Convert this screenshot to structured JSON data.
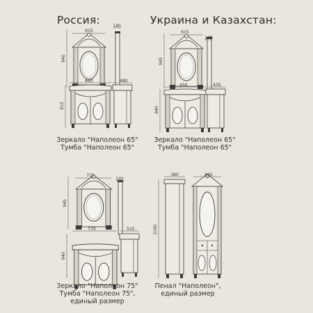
{
  "headers": {
    "russia": "Россия:",
    "ukraine_kz": "Украина и Казахстан:"
  },
  "russia": {
    "mirror_width": "615",
    "mirror_depth": "140",
    "mirror_height": "940",
    "cabinet_width": "660",
    "cabinet_depth": "480",
    "cabinet_height": "915",
    "caption_line1": "Зеркало \"Наполеон 65\"",
    "caption_line2": "Тумба \"Наполеон 65\""
  },
  "ukraine": {
    "mirror_width": "615",
    "mirror_depth": "140",
    "mirror_height": "945",
    "cabinet_width": "650",
    "cabinet_depth": "435",
    "cabinet_height": "940",
    "caption_line1": "Зеркало \"Наполеон 65\"",
    "caption_line2": "Тумба \"Наполеон 65\""
  },
  "set75": {
    "mirror_width": "715",
    "mirror_depth": "140",
    "mirror_height": "945",
    "cabinet_width": "770",
    "cabinet_depth": "515",
    "cabinet_height": "940",
    "caption_line1": "Зеркало \"Наполеон 75\"",
    "caption_line2": "Тумба \"Наполеон 75\",",
    "caption_line3": "единый размер"
  },
  "penal": {
    "depth": "380",
    "width": "445",
    "height": "2160",
    "caption_line1": "Пенал \"Наполеон\",",
    "caption_line2": "единый размер"
  }
}
